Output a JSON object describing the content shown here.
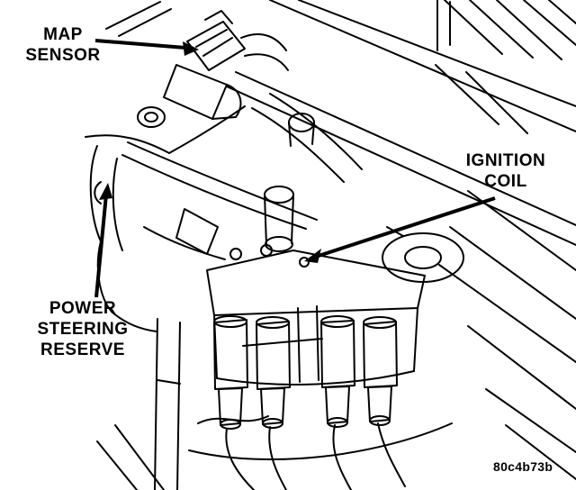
{
  "diagram": {
    "type": "engine-compartment-line-art",
    "figure_code": "80c4b73b",
    "colors": {
      "line": "#000000",
      "background": "#ffffff"
    },
    "callouts": {
      "map_sensor": {
        "lines": [
          "MAP",
          "SENSOR"
        ]
      },
      "ignition_coil": {
        "lines": [
          "IGNITION",
          "COIL"
        ]
      },
      "power_steering_reserve": {
        "lines": [
          "POWER",
          "STEERING",
          "RESERVE"
        ]
      }
    }
  }
}
